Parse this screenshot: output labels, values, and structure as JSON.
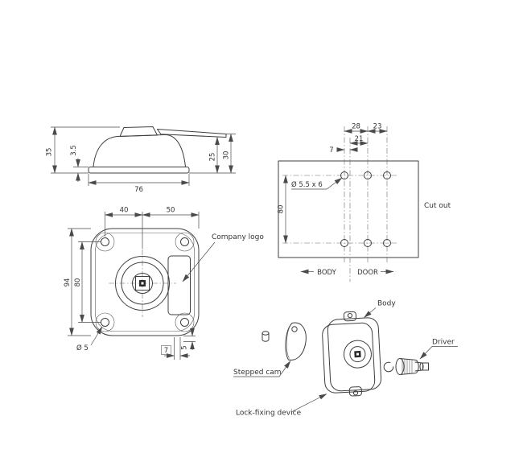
{
  "colors": {
    "line": "#3f3f3f",
    "dim": "#4a4a4a",
    "dark_fill": "#2b2b2b",
    "cutout_fill": "#cacaca",
    "background": "#ffffff"
  },
  "side_view": {
    "dim_35": "35",
    "dim_3_5": "3.5",
    "dim_76": "76",
    "dim_25": "25",
    "dim_30": "30"
  },
  "front_view": {
    "dim_40": "40",
    "dim_50": "50",
    "dim_94": "94",
    "dim_80": "80",
    "hole_dia": "Ø 5",
    "dim_7": "7",
    "dim_5": "5",
    "logo_label": "Company logo"
  },
  "cutout": {
    "dim_28": "28",
    "dim_23": "23",
    "dim_21": "21",
    "dim_7": "7",
    "hole_spec": "Ø 5.5 x 6",
    "dim_80": "80",
    "label": "Cut out",
    "body_side": "BODY",
    "door_side": "DOOR"
  },
  "exploded": {
    "body_label": "Body",
    "driver_label": "Driver",
    "stepped_cam_label": "Stepped cam",
    "lock_fixing_label": "Lock-fixing device"
  }
}
